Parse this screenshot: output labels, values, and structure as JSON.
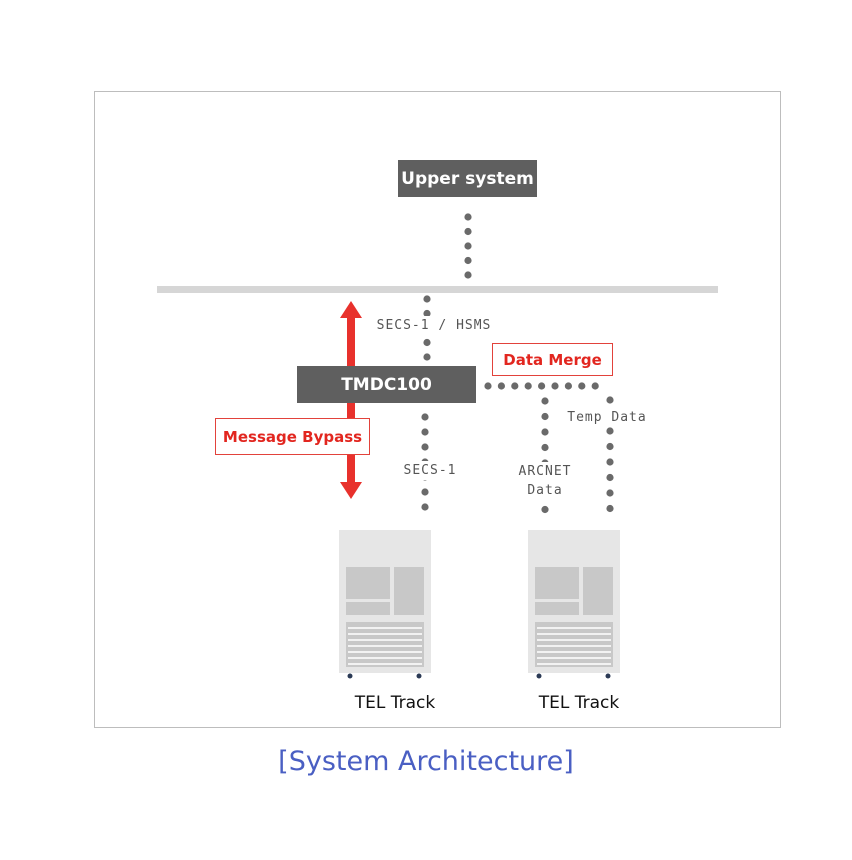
{
  "diagram": {
    "upper_system": "Upper system",
    "tmdc": "TMDC100",
    "data_merge": "Data Merge",
    "message_bypass": "Message Bypass",
    "secs_hsms": "SECS-1 / HSMS",
    "secs1": "SECS-1",
    "temp_data": "Temp Data",
    "arcnet_line1": "ARCNET",
    "arcnet_line2": "Data",
    "tel_track_1": "TEL Track",
    "tel_track_2": "TEL Track"
  },
  "caption": "[System Architecture]",
  "colors": {
    "accent_red": "#e8312c",
    "dark_box": "#5f5f5f",
    "caption_blue": "#4a5fc3",
    "dot_gray": "#6a6a6a"
  }
}
